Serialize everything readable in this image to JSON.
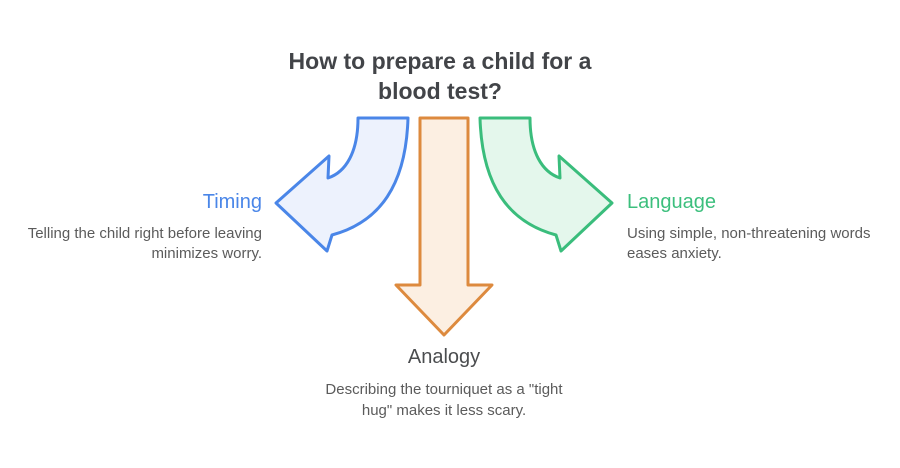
{
  "title": {
    "text": "How to prepare a child for a blood test?",
    "lines": [
      "How to prepare a child for a",
      "blood test?"
    ],
    "color": "#424448"
  },
  "description_color": "#5B5B5B",
  "items": [
    {
      "key": "timing",
      "label": "Timing",
      "label_color": "#4A86E8",
      "description": "Telling the child right before leaving minimizes worry.",
      "description_lines": [
        "Telling the child right before leaving",
        "minimizes worry."
      ],
      "arrow": "curved-down-left",
      "arrow_stroke": "#4A86E8",
      "arrow_fill": "#EDF2FD"
    },
    {
      "key": "analogy",
      "label": "Analogy",
      "label_color": "#4B4D4F",
      "description": "Describing the tourniquet as a \"tight hug\" makes it less scary.",
      "description_lines": [
        "Describing the tourniquet as a \"tight",
        "hug\" makes it less scary."
      ],
      "arrow": "straight-down",
      "arrow_stroke": "#DD8A3E",
      "arrow_fill": "#FCEFE2"
    },
    {
      "key": "language",
      "label": "Language",
      "label_color": "#3CBF7D",
      "description": "Using simple, non-threatening words eases anxiety.",
      "description_lines": [
        "Using simple, non-threatening words",
        "eases anxiety."
      ],
      "arrow": "curved-down-right",
      "arrow_stroke": "#3ABD7C",
      "arrow_fill": "#E4F7EC"
    }
  ]
}
